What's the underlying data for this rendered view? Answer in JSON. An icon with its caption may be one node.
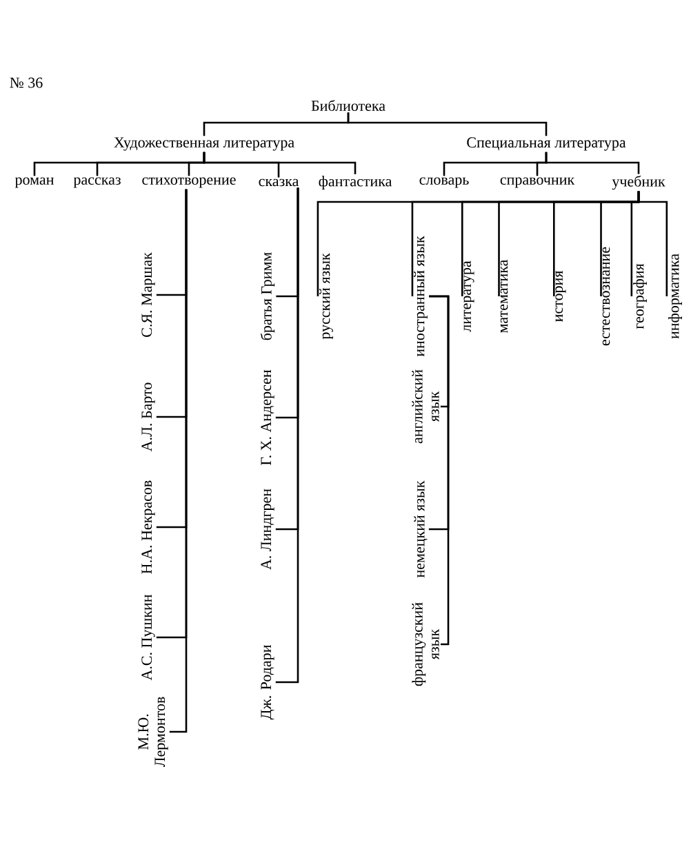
{
  "diagram": {
    "nodes": [
      {
        "text": [
          "Библиотека"
        ]
      },
      {
        "text": [
          "Художественная литература"
        ]
      },
      {
        "text": [
          "Специальная литература"
        ]
      },
      {
        "text": [
          "роман"
        ]
      },
      {
        "text": [
          "рассказ"
        ]
      },
      {
        "text": [
          "стихотворение"
        ]
      },
      {
        "text": [
          "сказка"
        ]
      },
      {
        "text": [
          "фантастика"
        ]
      },
      {
        "text": [
          "словарь"
        ]
      },
      {
        "text": [
          "справочник"
        ]
      },
      {
        "text": [
          "учебник"
        ]
      },
      {
        "text": [
          "русский язык"
        ]
      },
      {
        "text": [
          "иностранный язык"
        ]
      },
      {
        "text": [
          "литература"
        ]
      },
      {
        "text": [
          "математика"
        ]
      },
      {
        "text": [
          "история"
        ]
      },
      {
        "text": [
          "естествознание"
        ]
      },
      {
        "text": [
          "география"
        ]
      },
      {
        "text": [
          "информатика"
        ]
      },
      {
        "text": [
          "С.Я. Маршак"
        ]
      },
      {
        "text": [
          "А.Л. Барто"
        ]
      },
      {
        "text": [
          "Н.А. Некрасов"
        ]
      },
      {
        "text": [
          "А.С. Пушкин"
        ]
      },
      {
        "text": [
          "М.Ю. Лермонтов"
        ]
      },
      {
        "text": [
          "братья Гримм"
        ]
      },
      {
        "text": [
          "Г. Х. Андерсен"
        ]
      },
      {
        "text": [
          "А. Линдгрен"
        ]
      },
      {
        "text": [
          "Дж. Родари"
        ]
      },
      {
        "text": [
          "английский язык"
        ]
      },
      {
        "text": [
          "немецкий язык"
        ]
      },
      {
        "text": [
          "французский язык"
        ]
      }
    ],
    "edges": [
      {
        "from": 0,
        "to": 1,
        "arrow": "none"
      },
      {
        "from": 0,
        "to": 2,
        "arrow": "none"
      },
      {
        "from": 1,
        "to": 3,
        "arrow": "none"
      },
      {
        "from": 1,
        "to": 4,
        "arrow": "none"
      },
      {
        "from": 1,
        "to": 5,
        "arrow": "none"
      },
      {
        "from": 1,
        "to": 6,
        "arrow": "none"
      },
      {
        "from": 1,
        "to": 7,
        "arrow": "none"
      },
      {
        "from": 2,
        "to": 8,
        "arrow": "none"
      },
      {
        "from": 2,
        "to": 9,
        "arrow": "none"
      },
      {
        "from": 2,
        "to": 10,
        "arrow": "none"
      },
      {
        "from": 10,
        "to": 11,
        "arrow": "none"
      },
      {
        "from": 10,
        "to": 12,
        "arrow": "none"
      },
      {
        "from": 10,
        "to": 13,
        "arrow": "none"
      },
      {
        "from": 10,
        "to": 14,
        "arrow": "none"
      },
      {
        "from": 10,
        "to": 15,
        "arrow": "none"
      },
      {
        "from": 10,
        "to": 16,
        "arrow": "none"
      },
      {
        "from": 10,
        "to": 17,
        "arrow": "none"
      },
      {
        "from": 10,
        "to": 18,
        "arrow": "none"
      },
      {
        "from": 5,
        "to": 19,
        "arrow": "none"
      },
      {
        "from": 5,
        "to": 20,
        "arrow": "none"
      },
      {
        "from": 5,
        "to": 21,
        "arrow": "none"
      },
      {
        "from": 5,
        "to": 22,
        "arrow": "none"
      },
      {
        "from": 5,
        "to": 23,
        "arrow": "none"
      },
      {
        "from": 6,
        "to": 24,
        "arrow": "none"
      },
      {
        "from": 6,
        "to": 25,
        "arrow": "none"
      },
      {
        "from": 6,
        "to": 26,
        "arrow": "none"
      },
      {
        "from": 6,
        "to": 27,
        "arrow": "none"
      },
      {
        "from": 12,
        "to": 28,
        "arrow": "none"
      },
      {
        "from": 12,
        "to": 29,
        "arrow": "none"
      },
      {
        "from": 12,
        "to": 30,
        "arrow": "none"
      }
    ],
    "labels": [
      "№ 36"
    ]
  }
}
